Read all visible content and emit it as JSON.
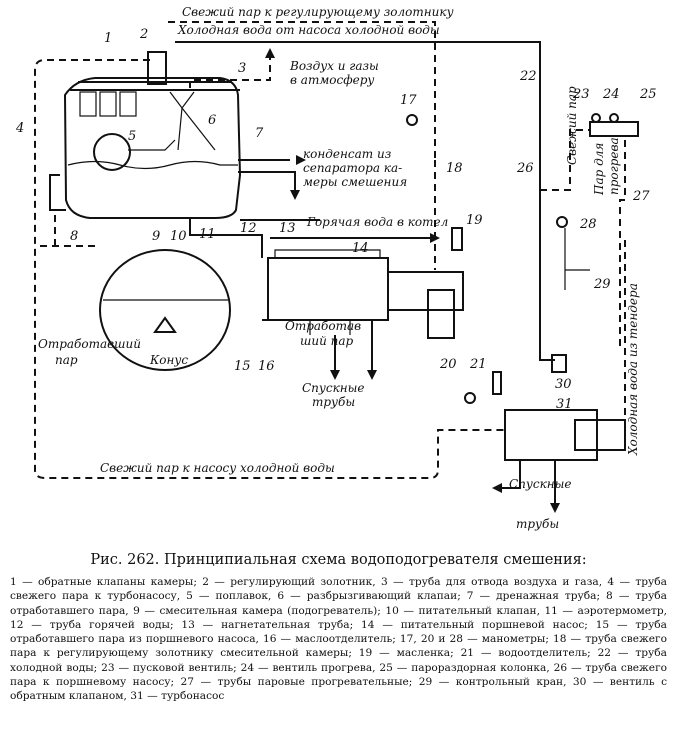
{
  "diagram": {
    "labels": {
      "top1": "Свежий пар к регулирующему золотнику",
      "top2": "Холодная вода от насоса холодной воды",
      "air1": "Воздух и газы",
      "air2": "в атмосферу",
      "cond1": "конденсат из",
      "cond2": "сепаратора ка-",
      "cond3": "меры смешения",
      "hot": "Горячая вода в котел",
      "exh1": "Отработав",
      "exh2": "ший пар",
      "exhaust_left1": "Отработавший",
      "exhaust_left2": "пар",
      "cone": "Конус",
      "drain1": "Спускные",
      "drain2": "трубы",
      "drain3": "Спускные",
      "drain4": "трубы",
      "fresh_bottom": "Свежий пар к насосу холодной воды",
      "fresh_right": "Свежий пар",
      "warm1": "Пар для",
      "warm2": "прогрева",
      "tender": "Холодная вода из тендера"
    },
    "numbers": [
      "1",
      "2",
      "3",
      "4",
      "5",
      "6",
      "7",
      "8",
      "9",
      "10",
      "11",
      "12",
      "13",
      "14",
      "15",
      "16",
      "17",
      "18",
      "19",
      "20",
      "21",
      "22",
      "23",
      "24",
      "25",
      "26",
      "27",
      "28",
      "29",
      "30",
      "31"
    ]
  },
  "caption": "Рис. 262. Принципиальная схема водоподогревателя смешения:",
  "legend": "1 — обратные клапаны камеры; 2 — регулирующий золотник, 3 — труба для отвода воздуха и газа, 4 — труба свежего пара к турбонасосу, 5 — поплавок, 6 — разбрызгивающий клапаи; 7 — дренажная труба; 8 — труба отработавшего пара, 9 — смесительная камера (подогреватель); 10 — питательный клапан, 11 — аэротермометр, 12 — труба горячей воды; 13 — нагнетательная труба; 14 — питательный поршневой насос; 15 — труба отработавшего пара из поршневого насоса, 16 — маслоотделитель; 17, 20 и 28 — манометры; 18 — труба свежего пара к регулирующему золотнику смесительной камеры; 19 — масленка; 21 — водоотделитель; 22 — труба холодной воды; 23 — пусковой вентиль; 24 — вентиль прогрева, 25 — парораздорная колонка, 26 — труба свежего пара к поршневому насосу; 27 — трубы паровые прогревательные; 29 — контрольный кран, 30 — вентиль с обратным клапаном, 31 — турбонасос"
}
